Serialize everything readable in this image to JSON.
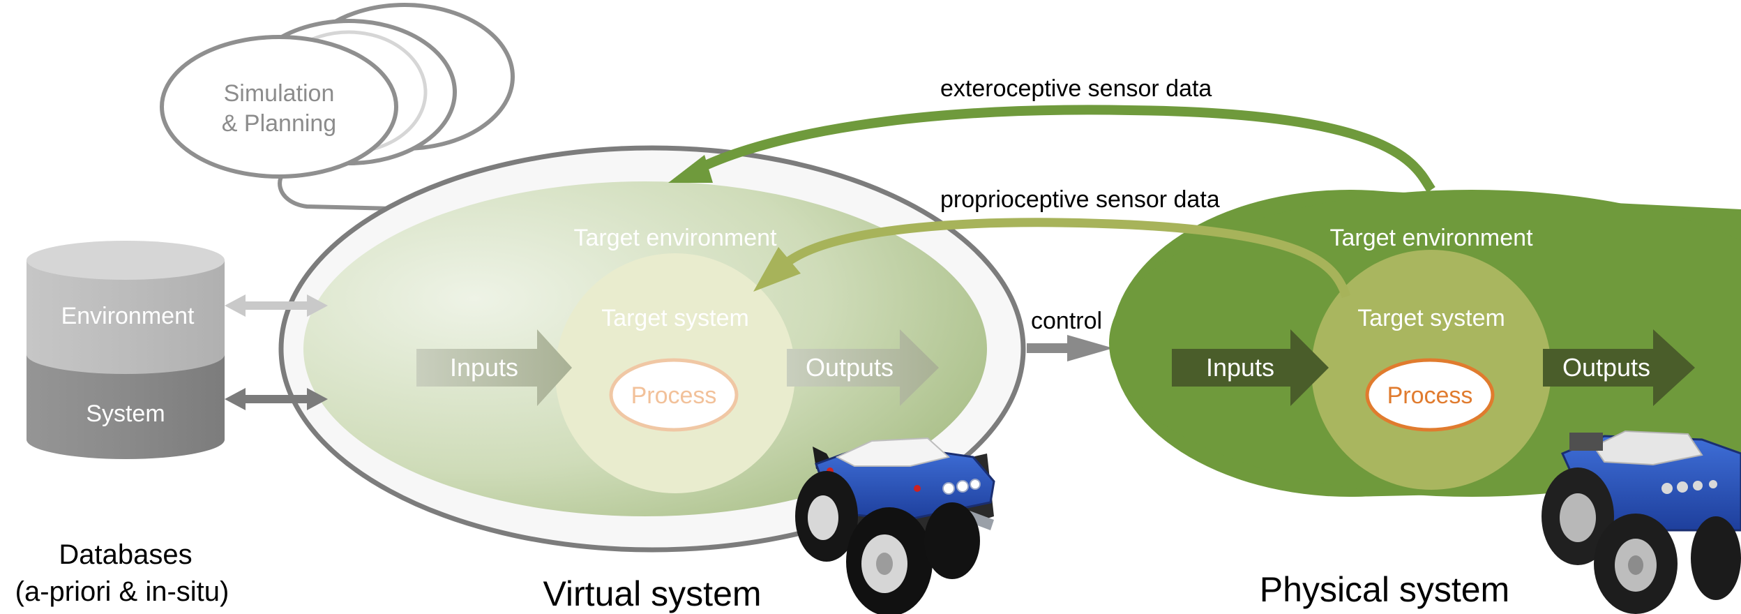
{
  "simulation": {
    "line1": "Simulation",
    "line2": "& Planning"
  },
  "database": {
    "environment_label": "Environment",
    "system_label": "System",
    "caption_line1": "Databases",
    "caption_line2": "(a-priori & in-situ)"
  },
  "virtual": {
    "environment_label": "Target environment",
    "system_label": "Target system",
    "inputs_label": "Inputs",
    "outputs_label": "Outputs",
    "process_label": "Process",
    "caption": "Virtual system"
  },
  "physical": {
    "environment_label": "Target environment",
    "system_label": "Target system",
    "inputs_label": "Inputs",
    "outputs_label": "Outputs",
    "process_label": "Process",
    "caption": "Physical system"
  },
  "flows": {
    "exteroceptive": "exteroceptive sensor data",
    "proprioceptive": "proprioceptive sensor data",
    "control": "control"
  },
  "icons": {
    "virtual_robot": "rover-robot-icon",
    "physical_robot": "rover-robot-icon"
  },
  "colors": {
    "physical_env": "#6f9a3c",
    "physical_system": "#a9b65f",
    "physical_io_arrow": "#4a5d2a",
    "process_accent": "#e07b2e",
    "extero_arrow": "#6f9a3c",
    "proprio_arrow": "#a7b35a",
    "database_env": "#bdbdbd",
    "database_sys": "#8c8c8c"
  }
}
